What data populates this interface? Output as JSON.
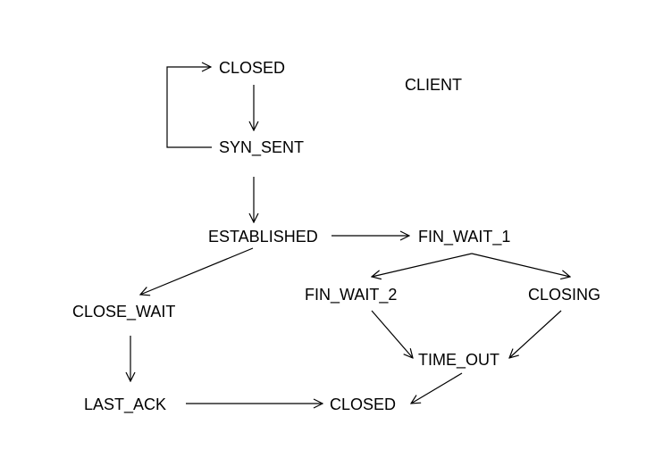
{
  "title": "CLIENT",
  "states": {
    "closed_top": "CLOSED",
    "syn_sent": "SYN_SENT",
    "established": "ESTABLISHED",
    "fin_wait_1": "FIN_WAIT_1",
    "close_wait": "CLOSE_WAIT",
    "fin_wait_2": "FIN_WAIT_2",
    "closing": "CLOSING",
    "time_out": "TIME_OUT",
    "last_ack": "LAST_ACK",
    "closed_bottom": "CLOSED"
  },
  "transitions": [
    {
      "from": "closed_top",
      "to": "syn_sent"
    },
    {
      "from": "syn_sent",
      "to": "closed_top"
    },
    {
      "from": "syn_sent",
      "to": "established"
    },
    {
      "from": "established",
      "to": "fin_wait_1"
    },
    {
      "from": "established",
      "to": "close_wait"
    },
    {
      "from": "fin_wait_1",
      "to": "fin_wait_2"
    },
    {
      "from": "fin_wait_1",
      "to": "closing"
    },
    {
      "from": "fin_wait_2",
      "to": "time_out"
    },
    {
      "from": "closing",
      "to": "time_out"
    },
    {
      "from": "close_wait",
      "to": "last_ack"
    },
    {
      "from": "last_ack",
      "to": "closed_bottom"
    },
    {
      "from": "time_out",
      "to": "closed_bottom"
    }
  ]
}
